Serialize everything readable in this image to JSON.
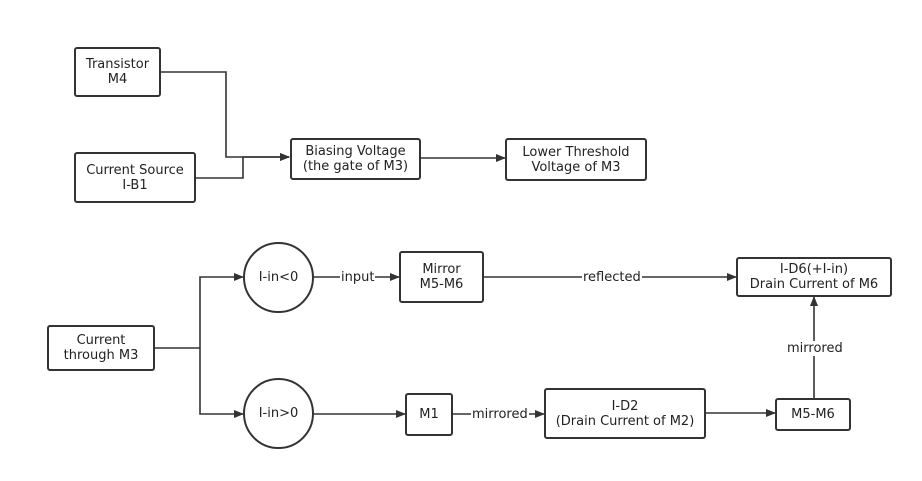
{
  "diagram": {
    "nodes": {
      "transistor_m4": {
        "line1": "Transistor",
        "line2": "M4"
      },
      "current_source_ib1": {
        "line1": "Current Source",
        "line2": "I-B1"
      },
      "biasing_voltage": {
        "line1": "Biasing Voltage",
        "line2": "(the gate of M3)"
      },
      "lower_threshold": {
        "line1": "Lower Threshold",
        "line2": "Voltage of M3"
      },
      "current_through_m3": {
        "line1": "Current",
        "line2": "through M3"
      },
      "iin_neg": {
        "line1": "I-in<0"
      },
      "iin_pos": {
        "line1": "I-in>0"
      },
      "mirror_m5m6": {
        "line1": "Mirror",
        "line2": "M5-M6"
      },
      "id6": {
        "line1": "I-D6(+I-in)",
        "line2": "Drain Current of M6"
      },
      "m1": {
        "line1": "M1"
      },
      "id2": {
        "line1": "I-D2",
        "line2": "(Drain Current of M2)"
      },
      "m5m6": {
        "line1": "M5-M6"
      }
    },
    "edge_labels": {
      "input": "input",
      "reflected": "reflected",
      "mirrored_m1": "mirrored",
      "mirrored_up": "mirrored"
    },
    "colors": {
      "line": "#333333",
      "text": "#222222",
      "background": "#ffffff"
    }
  }
}
